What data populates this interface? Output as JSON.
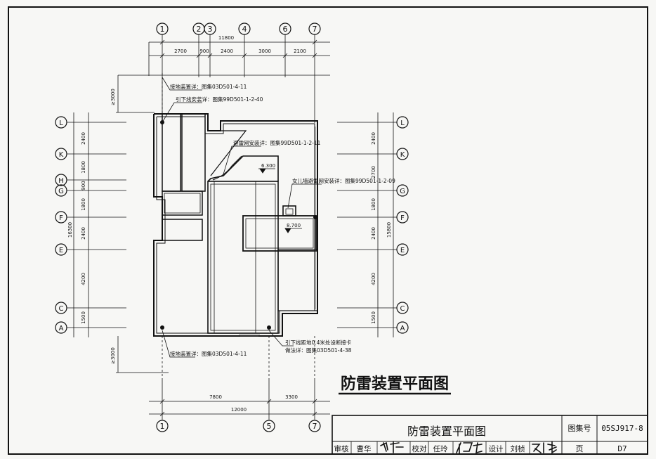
{
  "drawing": {
    "main_title": "防雷装置平面图",
    "grid_top": [
      "1",
      "2",
      "3",
      "4",
      "6",
      "7"
    ],
    "grid_bottom": [
      "1",
      "5",
      "7"
    ],
    "grid_left": [
      "L",
      "K",
      "H",
      "G",
      "F",
      "E",
      "C",
      "A"
    ],
    "grid_right": [
      "L",
      "K",
      "G",
      "F",
      "E",
      "C",
      "A"
    ],
    "dims_top": {
      "overall": "11800",
      "segments": [
        "2700",
        "900",
        "2400",
        "3000",
        "2100"
      ]
    },
    "dims_bottom": {
      "overall": "12000",
      "segments": [
        "7800",
        "3300"
      ]
    },
    "dims_left": {
      "overall": "16300",
      "segments": [
        "2400",
        "1800",
        "900",
        "1800",
        "2400",
        "4200",
        "1500"
      ]
    },
    "dims_right": {
      "overall": "15800",
      "segments": [
        "2400",
        "2700",
        "1800",
        "2400",
        "4200",
        "1500"
      ]
    },
    "clear_top": "≥3000",
    "clear_bottom": "≥3000",
    "elevations": [
      "6.300",
      "8.700"
    ],
    "notes": {
      "ground_top": "接地装置详：图集03D501-4-11",
      "down_top": "引下线安装详：图集99D501-1-2-40",
      "mesh": "避雷网安装详：图集99D501-1-2-11",
      "parapet": "女儿墙避雷网安装详：图集99D501-1-2-09",
      "ground_bottom": "接地装置详：图集03D501-4-11",
      "test_1": "引下线距地0.4米处设断接卡",
      "test_2": "做法详：图集03D501-4-38"
    }
  },
  "title_block": {
    "title": "防雷装置平面图",
    "atlas_label": "图集号",
    "atlas_no": "05SJ917-8",
    "page_label": "页",
    "page_no": "D7",
    "review_label": "审核",
    "review_name": "曹华",
    "check_label": "校对",
    "check_name": "任玲",
    "design_label": "设计",
    "design_name": "刘桢"
  }
}
